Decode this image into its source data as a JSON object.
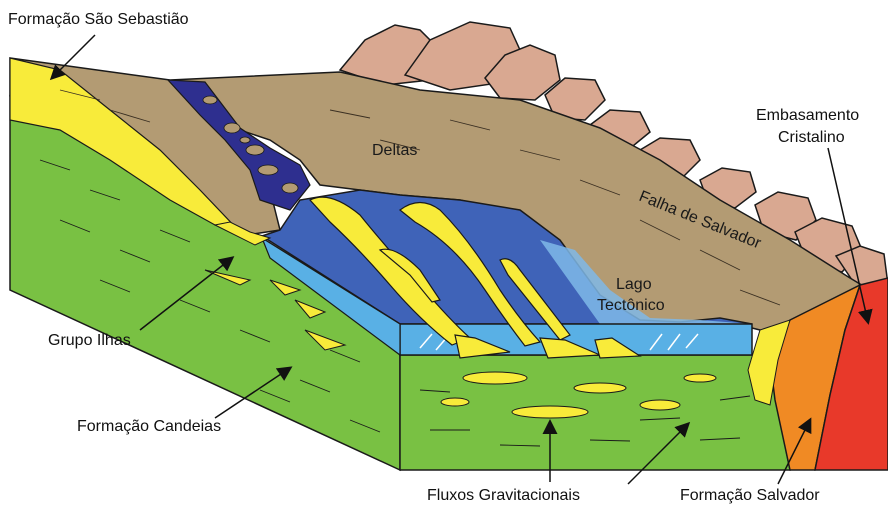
{
  "labels": {
    "formacao_sao_sebastiao": "Formação São Sebastião",
    "deltas": "Deltas",
    "embasamento_line1": "Embasamento",
    "embasamento_line2": "Cristalino",
    "falha_de_salvador": "Falha de Salvador",
    "lago_line1": "Lago",
    "lago_line2": "Tectônico",
    "grupo_ilhas": "Grupo Ilhas",
    "formacao_candeias": "Formação Candeias",
    "fluxos_gravitacionais": "Fluxos Gravitacionais",
    "formacao_salvador": "Formação Salvador"
  },
  "colors": {
    "shale_green": "#79c143",
    "sand_yellow": "#f8eb3a",
    "delta_brown": "#b39b73",
    "mountain_pink": "#d9a891",
    "lake_deep": "#3f63b8",
    "lake_shallow": "#7fb8e8",
    "lake_face": "#59b0e5",
    "river_dark": "#2e2f8f",
    "formacao_salvador_orange": "#f08a24",
    "basement_red": "#e8392a",
    "outline": "#1a1a1a"
  }
}
